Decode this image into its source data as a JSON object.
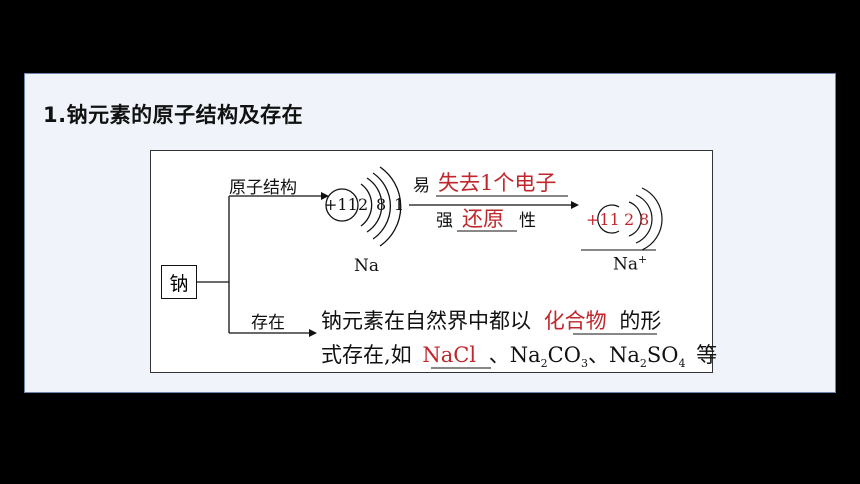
{
  "heading": "1.钠元素的原子结构及存在",
  "element_box": "钠",
  "branch_top_label": "原子结构",
  "branch_bottom_label": "存在",
  "atom": {
    "nucleus": "+11",
    "shells": [
      "2",
      "8",
      "1"
    ],
    "symbol": "Na"
  },
  "ion": {
    "nucleus": "+11",
    "shells": [
      "2",
      "8"
    ],
    "symbol": "Na",
    "charge": "+"
  },
  "arrow_above_prefix": "易",
  "arrow_above_answer": "失去1个电子",
  "arrow_below_prefix": "强",
  "arrow_below_answer": "还原",
  "arrow_below_suffix": "性",
  "existence_line1_prefix": "钠元素在自然界中都以",
  "existence_line1_answer": "化合物",
  "existence_line1_suffix": "的形",
  "existence_line2_prefix": "式存在,如",
  "existence_line2_answer": "NaCl",
  "compound_2_main": "Na",
  "compound_2_sub1": "2",
  "compound_2_mid": "CO",
  "compound_2_sub2": "3",
  "compound_3_main": "Na",
  "compound_3_sub1": "2",
  "compound_3_mid": "SO",
  "compound_3_sub2": "4",
  "separator": "、",
  "existence_line2_suffix": "等",
  "colors": {
    "answer": "#c0272d",
    "frame": "#6d86ad"
  }
}
